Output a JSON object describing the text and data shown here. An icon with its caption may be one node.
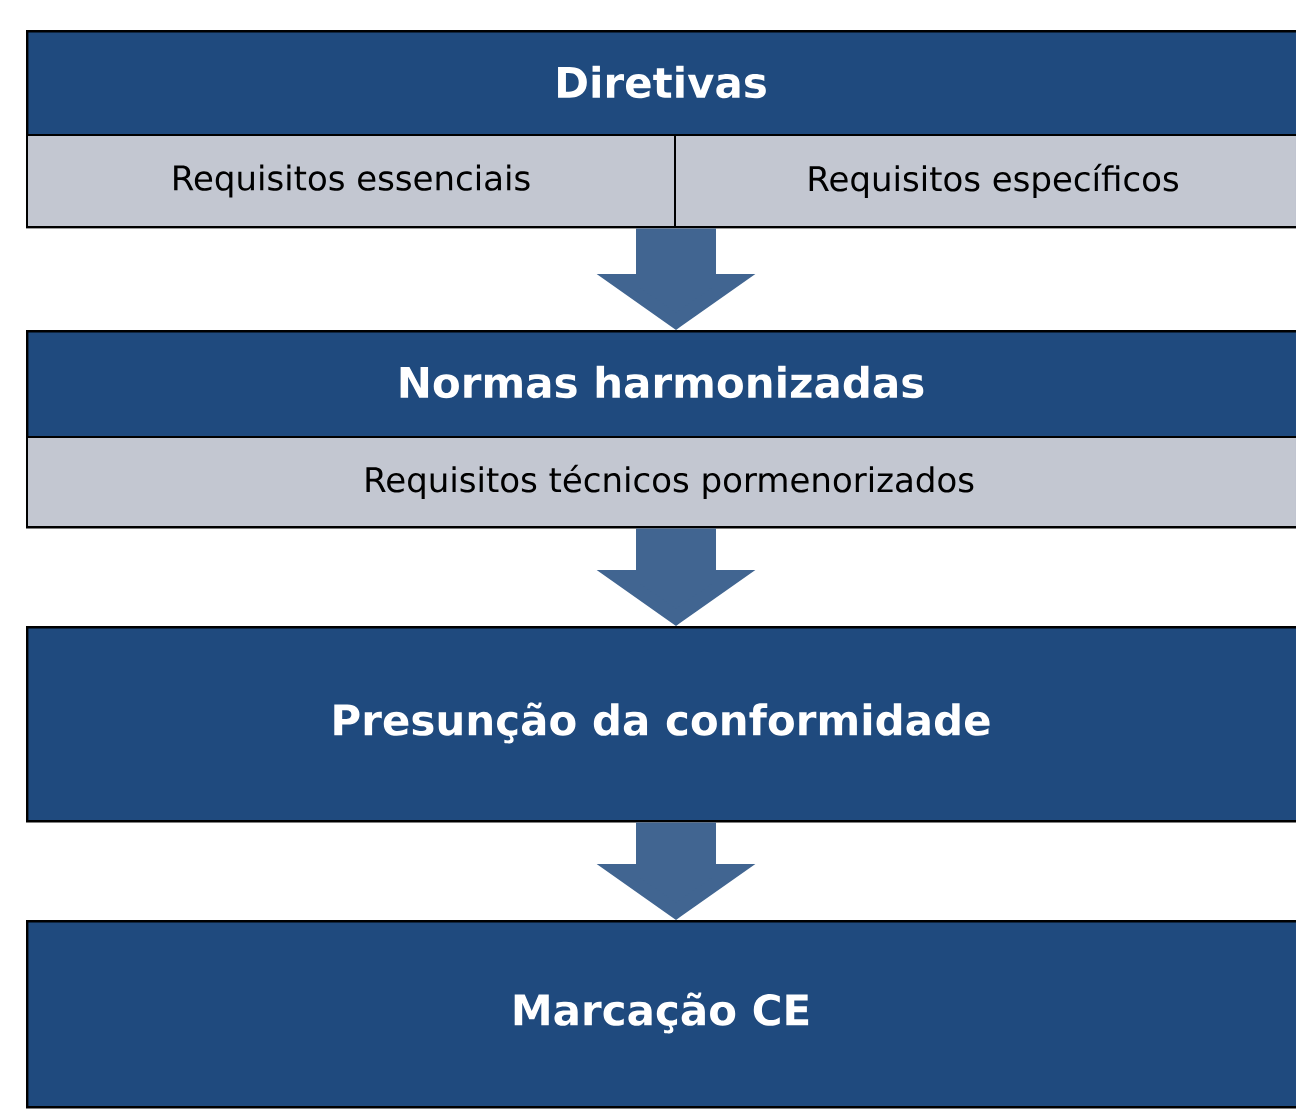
{
  "diagram": {
    "nodes": [
      {
        "text": [
          "Diretivas"
        ]
      },
      {
        "text": [
          "Requisitos essenciais"
        ],
        "in": 0
      },
      {
        "text": [
          "Requisitos específicos"
        ],
        "in": 0
      },
      {
        "text": [
          "Normas harmonizadas"
        ]
      },
      {
        "text": [
          "Requisitos técnicos pormenorizados"
        ],
        "in": 3
      },
      {
        "text": [
          "Presunção da conformidade"
        ]
      },
      {
        "text": [
          "Marcação CE"
        ]
      }
    ],
    "edges": [
      {
        "from": 0,
        "to": 3,
        "arrow": "to"
      },
      {
        "from": 3,
        "to": 5,
        "arrow": "to"
      },
      {
        "from": 5,
        "to": 6,
        "arrow": "to"
      }
    ]
  }
}
